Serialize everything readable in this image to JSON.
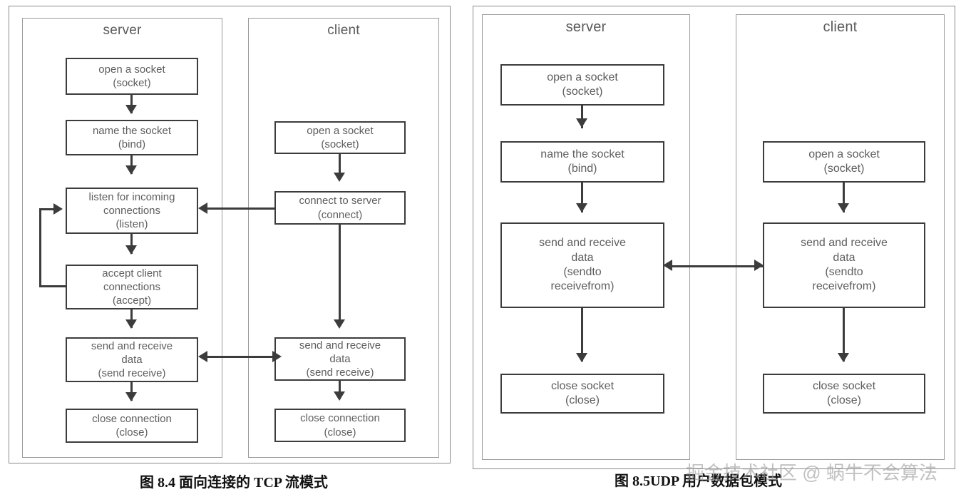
{
  "figures": [
    {
      "id": "tcp",
      "caption": "图 8.4 面向连接的 TCP 流模式",
      "panels": [
        {
          "title": "server",
          "nodes": [
            {
              "lines": [
                "open a socket",
                "(socket)"
              ]
            },
            {
              "lines": [
                "name the socket",
                "(bind)"
              ]
            },
            {
              "lines": [
                "listen for incoming",
                "connections",
                "(listen)"
              ]
            },
            {
              "lines": [
                "accept client",
                "connections",
                "(accept)"
              ]
            },
            {
              "lines": [
                "send and receive",
                "data",
                "(send receive)"
              ]
            },
            {
              "lines": [
                "close connection",
                "(close)"
              ]
            }
          ]
        },
        {
          "title": "client",
          "nodes": [
            {
              "lines": [
                "open a socket",
                "(socket)"
              ]
            },
            {
              "lines": [
                "connect to server",
                "(connect)"
              ]
            },
            {
              "lines": [
                "send and receive",
                "data",
                "(send receive)"
              ]
            },
            {
              "lines": [
                "close connection",
                "(close)"
              ]
            }
          ]
        }
      ]
    },
    {
      "id": "udp",
      "caption": "图 8.5UDP 用户数据包模式",
      "panels": [
        {
          "title": "server",
          "nodes": [
            {
              "lines": [
                "open a socket",
                "(socket)"
              ]
            },
            {
              "lines": [
                "name the socket",
                "(bind)"
              ]
            },
            {
              "lines": [
                "send and receive",
                "data",
                "(sendto",
                "receivefrom)"
              ]
            },
            {
              "lines": [
                "close socket",
                "(close)"
              ]
            }
          ]
        },
        {
          "title": "client",
          "nodes": [
            {
              "lines": [
                "open a socket",
                "(socket)"
              ]
            },
            {
              "lines": [
                "send and receive",
                "data",
                "(sendto",
                "receivefrom)"
              ]
            },
            {
              "lines": [
                "close socket",
                "(close)"
              ]
            }
          ]
        }
      ]
    }
  ],
  "watermark": "掘金技术社区 @ 蜗牛不会算法",
  "colors": {
    "node_border": "#3c3c3c",
    "panel_border": "#9a9a9a",
    "text": "#5e5e5e",
    "caption": "#111111"
  }
}
